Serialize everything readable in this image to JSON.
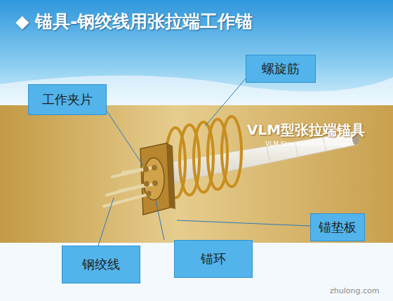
{
  "diagram": {
    "title": "◆ 锚具-钢绞线用张拉端工作锚",
    "nodes": [
      {
        "text": [
          "工作夹片"
        ]
      },
      {
        "text": [
          "螺旋筋"
        ]
      },
      {
        "text": [
          "锚垫板"
        ]
      },
      {
        "text": [
          "钢绞线"
        ]
      },
      {
        "text": [
          "锚环"
        ]
      }
    ],
    "labels": [
      "VLM型张拉端锚具",
      "VLM Stress-end Anchorage",
      "zhulong.com"
    ]
  }
}
